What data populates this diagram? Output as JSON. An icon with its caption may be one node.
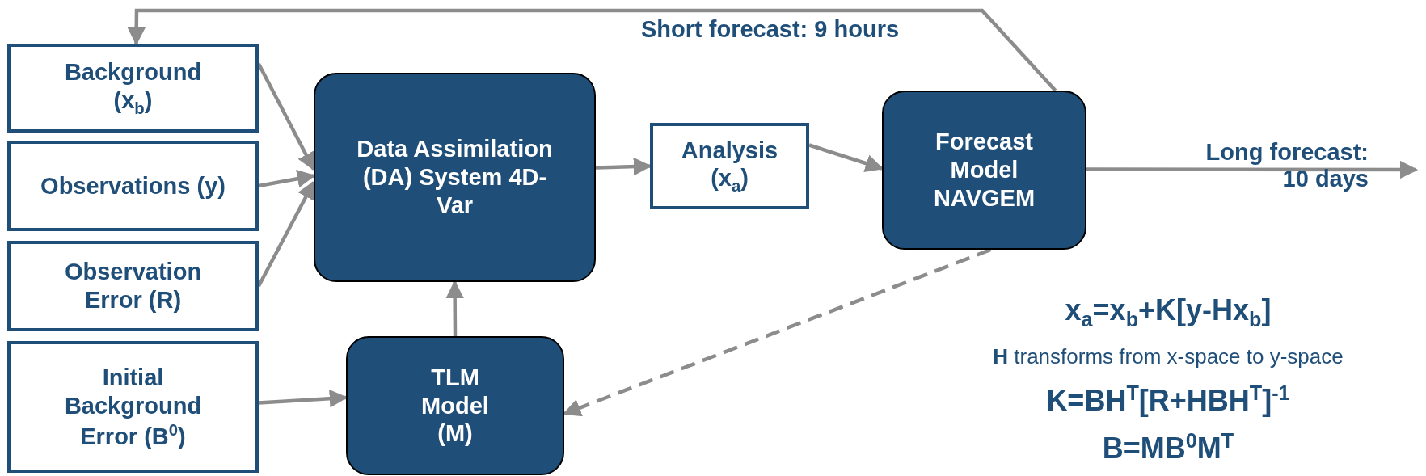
{
  "diagram": {
    "nodes": [
      {
        "text": [
          "Background (x$_{b}$)"
        ]
      },
      {
        "text": [
          "Observations (y)"
        ]
      },
      {
        "text": [
          "Observation Error (R)"
        ]
      },
      {
        "text": [
          "Initial Background Error (B$^{0}$)"
        ]
      },
      {
        "text": [
          "Data Assimilation (DA) System 4D-Var"
        ]
      },
      {
        "text": [
          "TLM Model (M)"
        ]
      },
      {
        "text": [
          "Analysis (x$_{a}$)"
        ]
      },
      {
        "text": [
          "Forecast Model NAVGEM"
        ]
      }
    ],
    "edges": [
      {
        "from": 0,
        "to": 4,
        "arrow": "to"
      },
      {
        "from": 1,
        "to": 4,
        "arrow": "to"
      },
      {
        "from": 2,
        "to": 4,
        "arrow": "to"
      },
      {
        "from": 3,
        "to": 5,
        "arrow": "to"
      },
      {
        "from": 5,
        "to": 4,
        "arrow": "to"
      },
      {
        "from": 4,
        "to": 6,
        "arrow": "to"
      },
      {
        "from": 6,
        "to": 7,
        "arrow": "to"
      },
      {
        "from": 7,
        "to": 0,
        "arrow": "to",
        "label": "Short forecast: 9 hours"
      },
      {
        "from": 7,
        "to": null,
        "arrow": "to",
        "label": "Long forecast: 10 days"
      },
      {
        "from": 7,
        "to": 5,
        "arrow": "to",
        "style": "dashed"
      }
    ],
    "labels": [
      "x$_{a}$=x$_{b}$+K[y-Hx$_{b}$]",
      "**H** transforms from x-space to y-space",
      "K=BH$^{T}$[R+HBH$^{T}$]$^{-1}$",
      "B=MB$^{0}$M$^{T}$"
    ]
  }
}
